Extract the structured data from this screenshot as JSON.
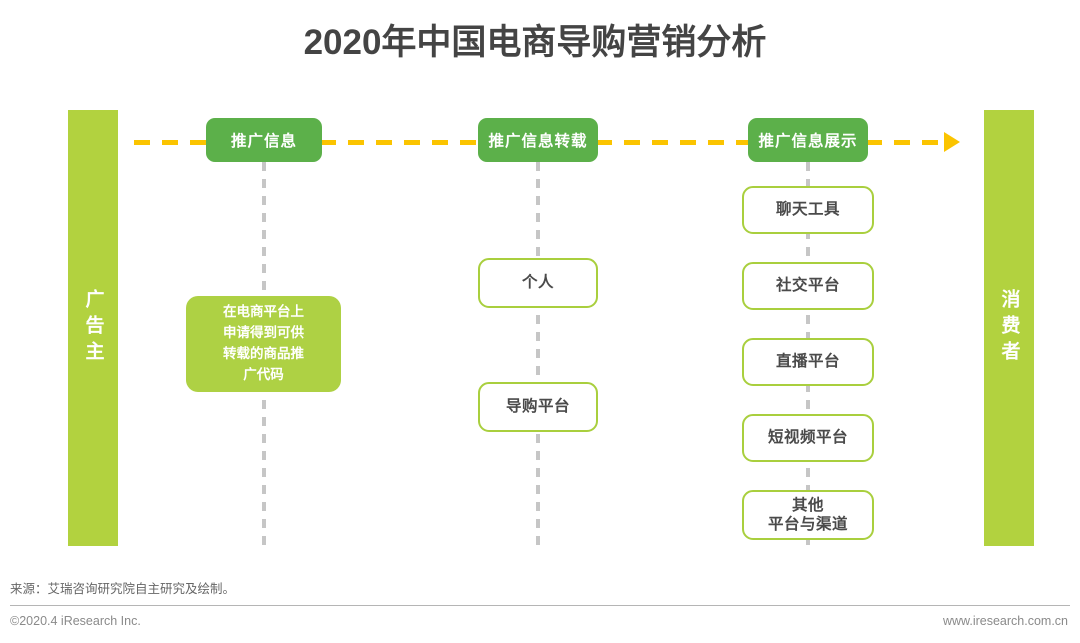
{
  "title": "2020年中国电商导购营销分析",
  "actors": {
    "left": {
      "label": "广告主"
    },
    "right": {
      "label": "消费者"
    }
  },
  "flow": {
    "arrow_color": "#fbc400",
    "dash_color": "#fbc400",
    "connector_color": "#c6c6c6"
  },
  "colors": {
    "header_green": "#5cb04a",
    "light_green": "#aed144",
    "bar_green": "#b2d23f",
    "border_green": "#a9cf3e",
    "text_dark": "#444444"
  },
  "columns": [
    {
      "id": "promo-info",
      "header": "推广信息",
      "boxes": [
        {
          "type": "note",
          "lines": [
            "在电商平台上",
            "申请得到可供",
            "转载的商品推",
            "广代码"
          ]
        }
      ]
    },
    {
      "id": "promo-repost",
      "header": "推广信息转载",
      "boxes": [
        {
          "type": "outline",
          "lines": [
            "个人"
          ]
        },
        {
          "type": "outline",
          "lines": [
            "导购平台"
          ]
        }
      ]
    },
    {
      "id": "promo-display",
      "header": "推广信息展示",
      "boxes": [
        {
          "type": "outline",
          "lines": [
            "聊天工具"
          ]
        },
        {
          "type": "outline",
          "lines": [
            "社交平台"
          ]
        },
        {
          "type": "outline",
          "lines": [
            "直播平台"
          ]
        },
        {
          "type": "outline",
          "lines": [
            "短视频平台"
          ]
        },
        {
          "type": "outline",
          "lines": [
            "其他",
            "平台与渠道"
          ]
        }
      ]
    }
  ],
  "footer": {
    "source": "来源：艾瑞咨询研究院自主研究及绘制。",
    "copyright": "©2020.4 iResearch Inc.",
    "website": "www.iresearch.com.cn"
  }
}
